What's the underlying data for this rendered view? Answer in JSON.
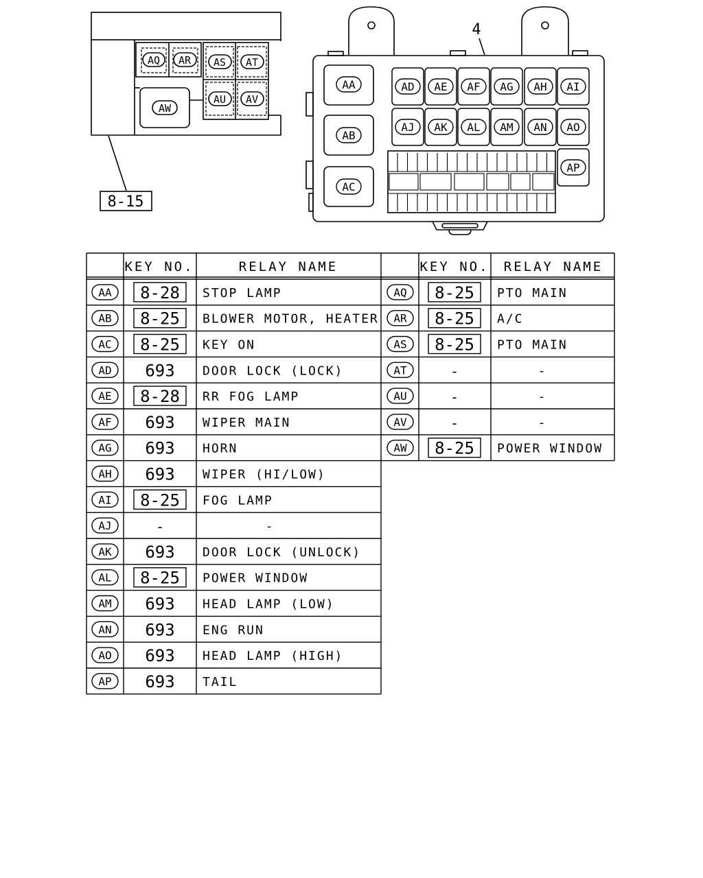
{
  "callouts": {
    "main_box": "4",
    "sub_box_ref": "8-15"
  },
  "sub_box_relays": [
    "AQ",
    "AR",
    "AS",
    "AT",
    "AU",
    "AV",
    "AW"
  ],
  "main_box_relays": {
    "large": [
      "AA",
      "AB",
      "AC"
    ],
    "row1": [
      "AD",
      "AE",
      "AF",
      "AG",
      "AH",
      "AI"
    ],
    "row2": [
      "AJ",
      "AK",
      "AL",
      "AM",
      "AN",
      "AO"
    ],
    "side": [
      "AP"
    ]
  },
  "table": {
    "headers": {
      "key_no": "KEY NO.",
      "relay_name": "RELAY NAME"
    },
    "left_rows": [
      {
        "code": "AA",
        "key": "8-28",
        "boxed": true,
        "name": "STOP LAMP"
      },
      {
        "code": "AB",
        "key": "8-25",
        "boxed": true,
        "name": "BLOWER MOTOR, HEATER"
      },
      {
        "code": "AC",
        "key": "8-25",
        "boxed": true,
        "name": "KEY ON"
      },
      {
        "code": "AD",
        "key": "693",
        "boxed": false,
        "name": "DOOR LOCK (LOCK)"
      },
      {
        "code": "AE",
        "key": "8-28",
        "boxed": true,
        "name": "RR FOG LAMP"
      },
      {
        "code": "AF",
        "key": "693",
        "boxed": false,
        "name": "WIPER MAIN"
      },
      {
        "code": "AG",
        "key": "693",
        "boxed": false,
        "name": "HORN"
      },
      {
        "code": "AH",
        "key": "693",
        "boxed": false,
        "name": "WIPER (HI/LOW)"
      },
      {
        "code": "AI",
        "key": "8-25",
        "boxed": true,
        "name": "FOG LAMP"
      },
      {
        "code": "AJ",
        "key": "-",
        "boxed": false,
        "name": "-"
      },
      {
        "code": "AK",
        "key": "693",
        "boxed": false,
        "name": "DOOR LOCK (UNLOCK)"
      },
      {
        "code": "AL",
        "key": "8-25",
        "boxed": true,
        "name": "POWER WINDOW"
      },
      {
        "code": "AM",
        "key": "693",
        "boxed": false,
        "name": "HEAD LAMP (LOW)"
      },
      {
        "code": "AN",
        "key": "693",
        "boxed": false,
        "name": "ENG RUN"
      },
      {
        "code": "AO",
        "key": "693",
        "boxed": false,
        "name": "HEAD LAMP (HIGH)"
      },
      {
        "code": "AP",
        "key": "693",
        "boxed": false,
        "name": "TAIL"
      }
    ],
    "right_rows": [
      {
        "code": "AQ",
        "key": "8-25",
        "boxed": true,
        "name": "PTO MAIN"
      },
      {
        "code": "AR",
        "key": "8-25",
        "boxed": true,
        "name": "A/C"
      },
      {
        "code": "AS",
        "key": "8-25",
        "boxed": true,
        "name": "PTO MAIN"
      },
      {
        "code": "AT",
        "key": "-",
        "boxed": false,
        "name": "-"
      },
      {
        "code": "AU",
        "key": "-",
        "boxed": false,
        "name": "-"
      },
      {
        "code": "AV",
        "key": "-",
        "boxed": false,
        "name": "-"
      },
      {
        "code": "AW",
        "key": "8-25",
        "boxed": true,
        "name": "POWER WINDOW"
      }
    ]
  }
}
